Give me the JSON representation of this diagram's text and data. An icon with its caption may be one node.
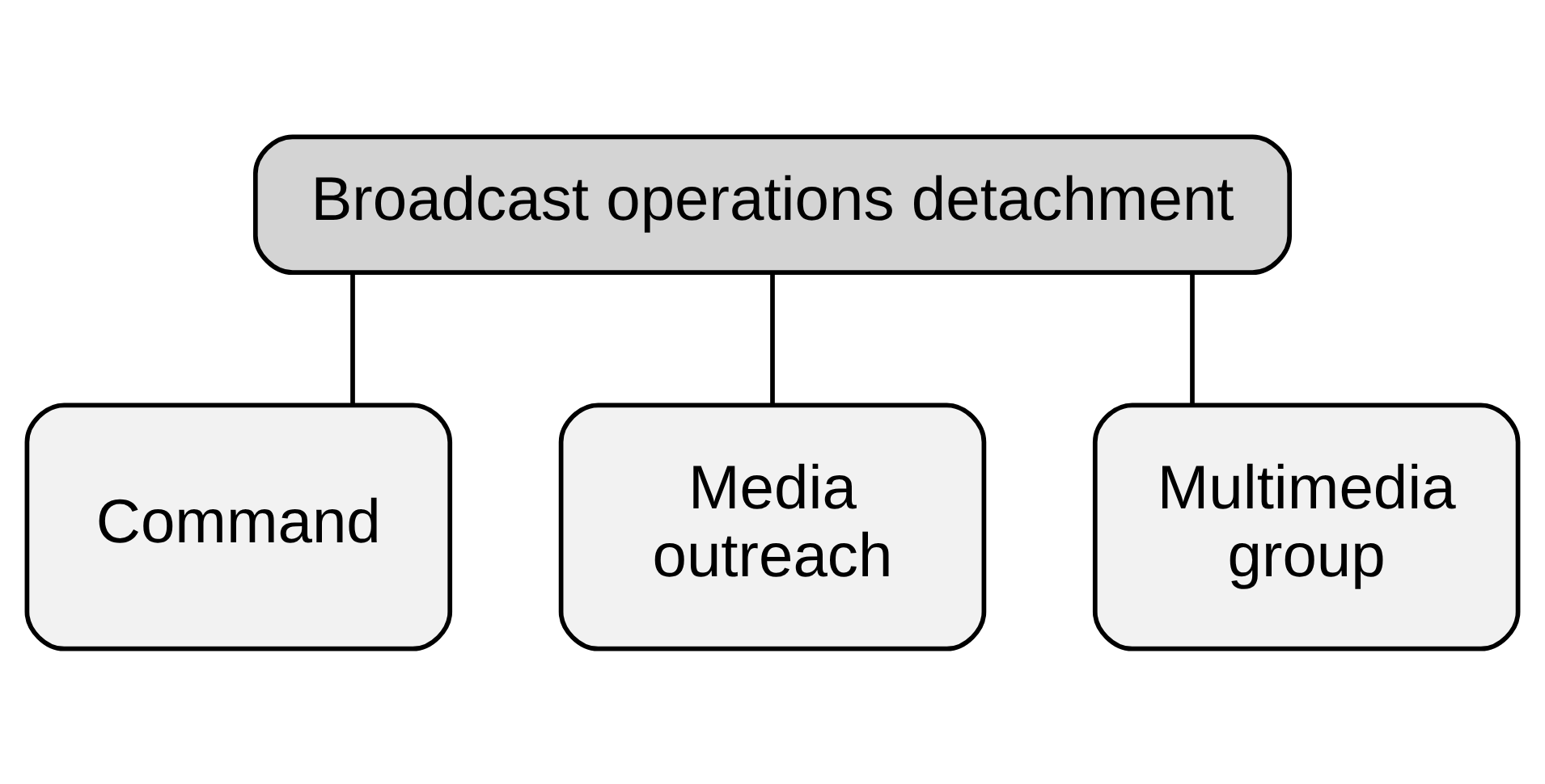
{
  "diagram": {
    "nodes": [
      {
        "text": [
          "Broadcast operations detachment"
        ]
      },
      {
        "text": [
          "Command"
        ]
      },
      {
        "text": [
          "Media outreach"
        ]
      },
      {
        "text": [
          "Multimedia group"
        ]
      }
    ],
    "edges": [
      {
        "from": 0,
        "to": 1,
        "arrow": "none"
      },
      {
        "from": 0,
        "to": 2,
        "arrow": "none"
      },
      {
        "from": 0,
        "to": 3,
        "arrow": "none"
      }
    ]
  }
}
